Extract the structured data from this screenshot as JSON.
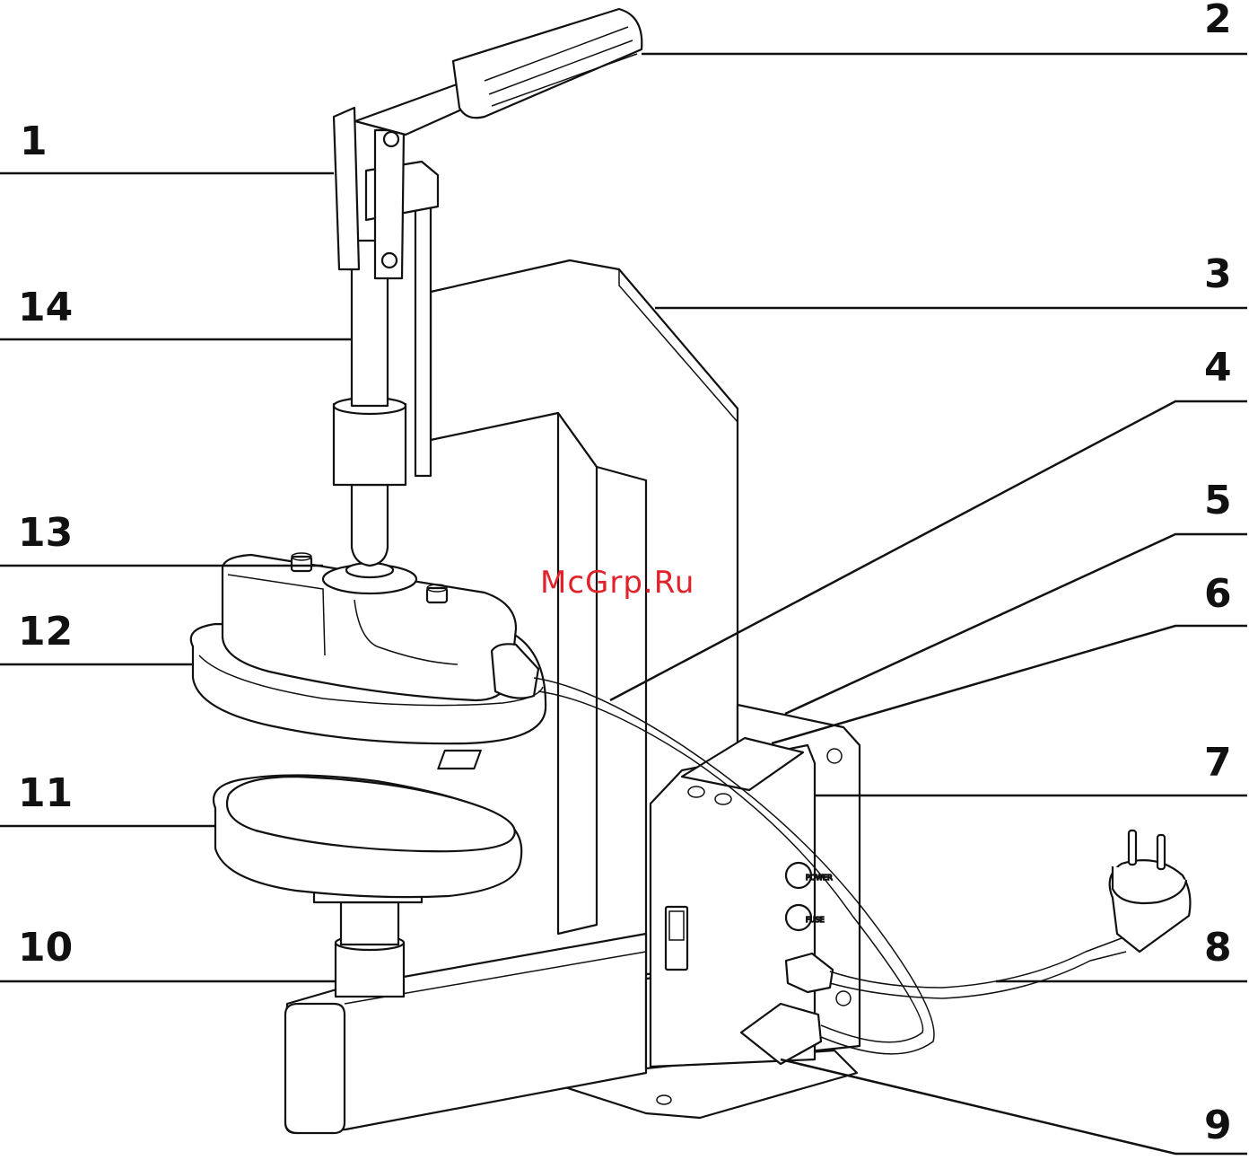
{
  "watermark": "McGrp.Ru",
  "callouts": [
    {
      "id": "1",
      "label": "1"
    },
    {
      "id": "2",
      "label": "2"
    },
    {
      "id": "3",
      "label": "3"
    },
    {
      "id": "4",
      "label": "4"
    },
    {
      "id": "5",
      "label": "5"
    },
    {
      "id": "6",
      "label": "6"
    },
    {
      "id": "7",
      "label": "7"
    },
    {
      "id": "8",
      "label": "8"
    },
    {
      "id": "9",
      "label": "9"
    },
    {
      "id": "10",
      "label": "10"
    },
    {
      "id": "11",
      "label": "11"
    },
    {
      "id": "12",
      "label": "12"
    },
    {
      "id": "13",
      "label": "13"
    },
    {
      "id": "14",
      "label": "14"
    }
  ],
  "panel": {
    "fuse1": "POWER",
    "fuse2": "FUSE"
  }
}
